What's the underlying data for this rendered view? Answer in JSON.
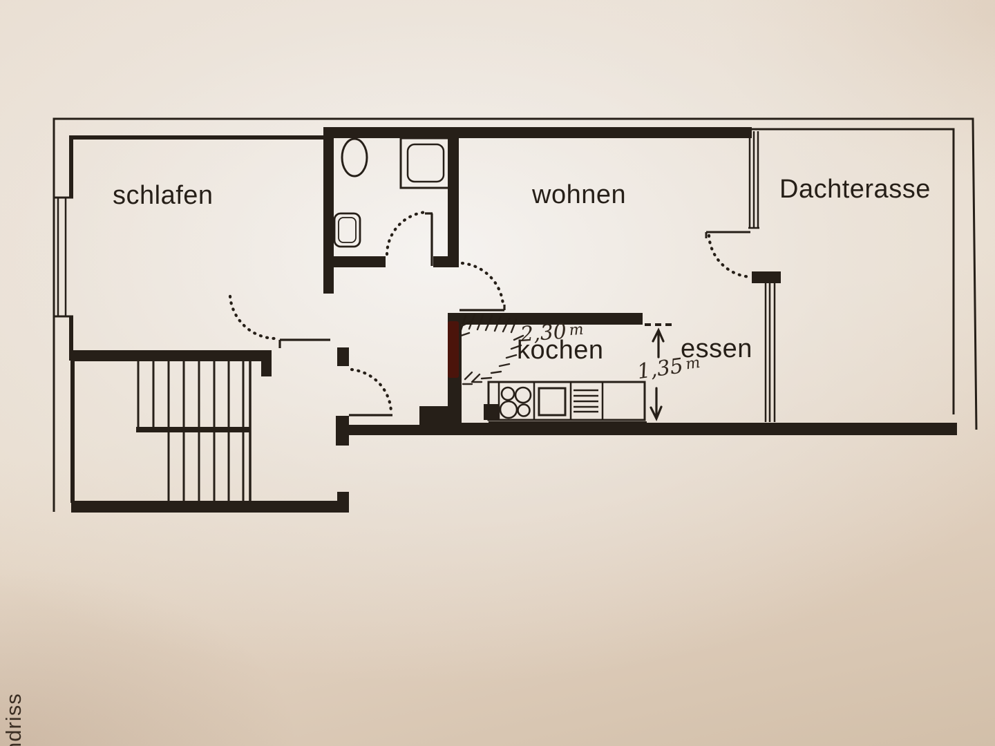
{
  "photo": {
    "edge_text": "ndriss"
  },
  "floorplan": {
    "rooms": [
      {
        "name": "schlafen"
      },
      {
        "name": "wohnen"
      },
      {
        "name": "Dachterasse"
      },
      {
        "name": "kochen"
      },
      {
        "name": "essen"
      }
    ],
    "handwritten_dimensions": [
      {
        "value": "2,30",
        "unit": "m",
        "location": "kochen"
      },
      {
        "value": "1,35",
        "unit": "m",
        "location": "essen-passage"
      }
    ],
    "colors": {
      "ink": "#261f18",
      "paper": "#e7dbcd",
      "marker_red": "#4e140b"
    }
  }
}
